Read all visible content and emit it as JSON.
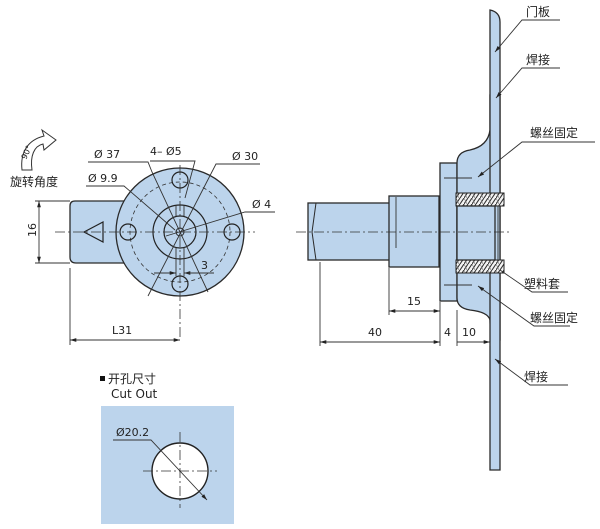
{
  "rotation": {
    "angle_label": "90°",
    "caption": "旋转角度",
    "icon": "curved-arrow-icon"
  },
  "front_view": {
    "dims": {
      "outer_dia": "Ø 37",
      "bolt_circle": "Ø 30",
      "holes": "4– Ø5",
      "inner_dia": "Ø 9.9",
      "center_hole": "Ø 4",
      "slot_width": "3",
      "tongue_height": "16",
      "length": "L31"
    }
  },
  "side_view": {
    "dims": {
      "d15": "15",
      "d40": "40",
      "d4": "4",
      "d10": "10"
    },
    "callouts": {
      "door_panel": "门板",
      "weld_top": "焊接",
      "screw_fix_top": "螺丝固定",
      "plastic_sleeve": "塑料套",
      "screw_fix_bottom": "螺丝固定",
      "weld_bottom": "焊接"
    }
  },
  "cutout": {
    "title_cn": "开孔尺寸",
    "title_en": "Cut Out",
    "diameter": "Ø20.2"
  },
  "colors": {
    "part_fill": "#bcd4ec",
    "line": "#2a2a2a"
  }
}
